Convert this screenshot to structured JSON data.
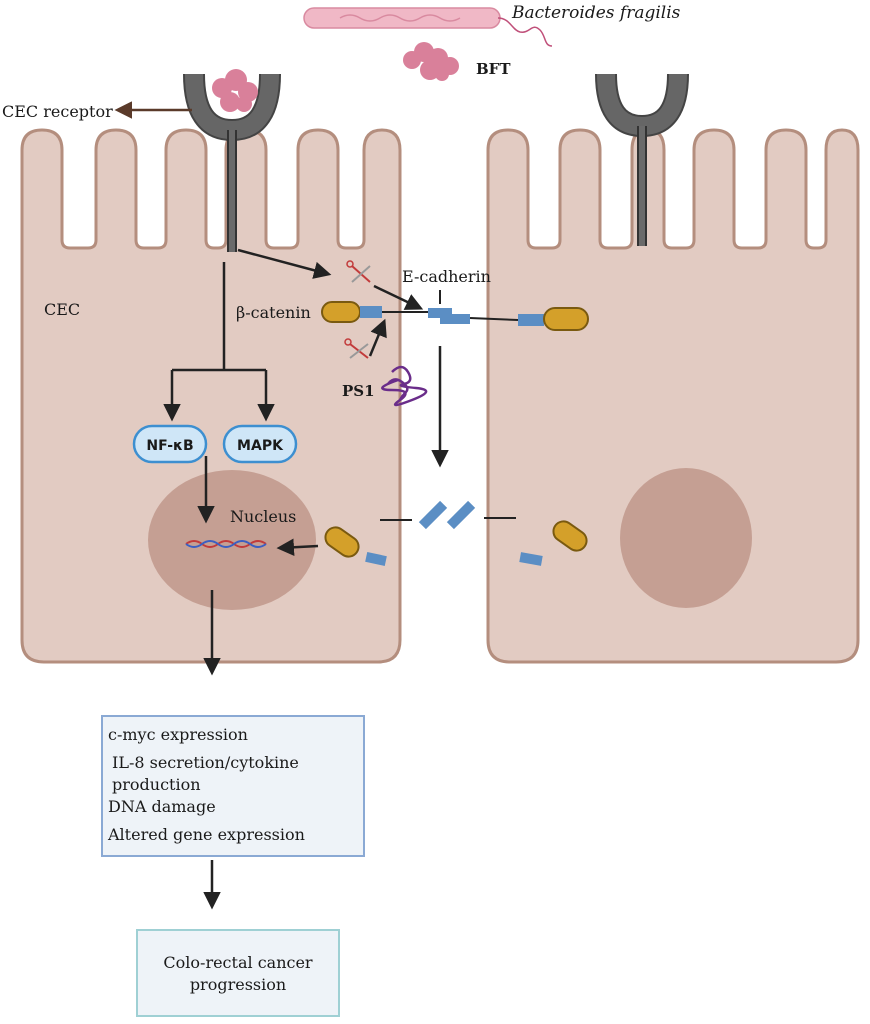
{
  "labels": {
    "bacteria": "Bacteroides fragilis",
    "bft": "BFT",
    "cec_receptor": "CEC receptor",
    "cec": "CEC",
    "beta_catenin": "β-catenin",
    "e_cadherin": "E-cadherin",
    "ps1": "PS1",
    "nfkb": "NF-κB",
    "mapk": "MAPK",
    "nucleus": "Nucleus"
  },
  "effects_box": {
    "lines": [
      "c-myc expression",
      "IL-8 secretion/cytokine",
      "production",
      "DNA damage",
      "Altered gene expression"
    ]
  },
  "outcome_box": {
    "lines": [
      "Colo-rectal cancer",
      "progression"
    ]
  },
  "colors": {
    "cell_fill": "#e2cbc2",
    "cell_stroke": "#b48e7e",
    "nucleus": "#c59f93",
    "receptor": "#666666",
    "toxin": "#d9809a",
    "catenin": "#d4a02a",
    "cadherin": "#5b8ec4",
    "ps1": "#6a2d8a",
    "pill_fill": "#cfe6f7",
    "pill_stroke": "#3d8fd0",
    "box_fill": "#eef3f8",
    "box_stroke": "#8aa9d4",
    "arrow": "#222222"
  },
  "icons": [
    "bacterium-icon",
    "toxin-icon",
    "receptor-icon",
    "scissors-icon",
    "dna-icon",
    "protein-coil-icon"
  ]
}
